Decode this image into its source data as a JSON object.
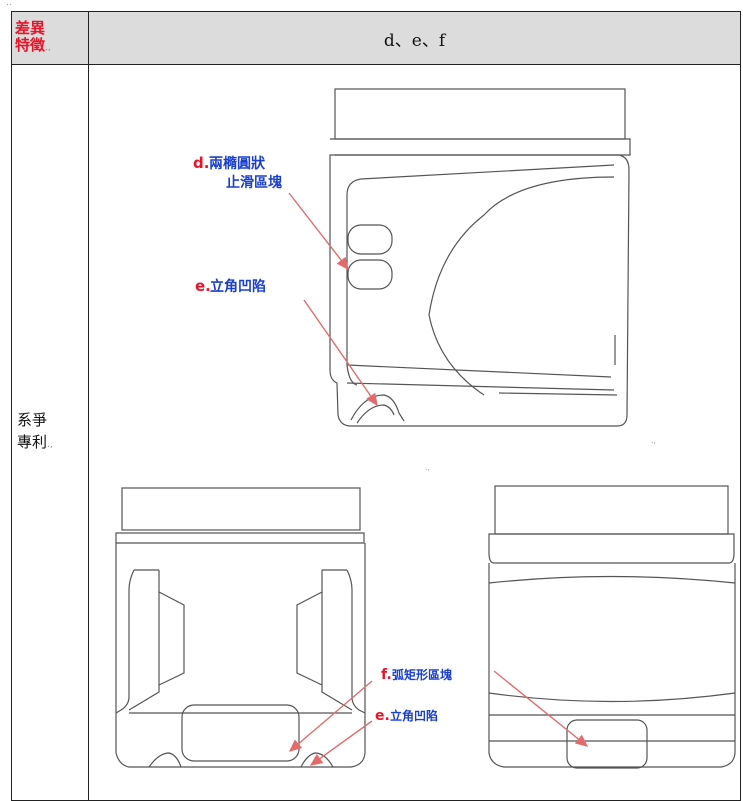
{
  "header": {
    "label_line1": "差異",
    "label_line2": "特徵",
    "value": "d、e、f"
  },
  "side_label": {
    "line1": "系爭",
    "line2": "專利"
  },
  "annotations": {
    "d_letter": "d.",
    "d_line1": "兩橢圓狀",
    "d_line2": "止滑區塊",
    "e_letter": "e.",
    "e_text": "立角凹陷",
    "f_letter": "f.",
    "f_text": "弧矩形區塊",
    "e2_letter": "e.",
    "e2_text": "立角凹陷"
  },
  "colors": {
    "label_red": "#e8142a",
    "label_blue": "#1a3fd0",
    "arrow": "#e36b6b",
    "line_art": "#555555",
    "header_bg": "#dcdcdc"
  }
}
